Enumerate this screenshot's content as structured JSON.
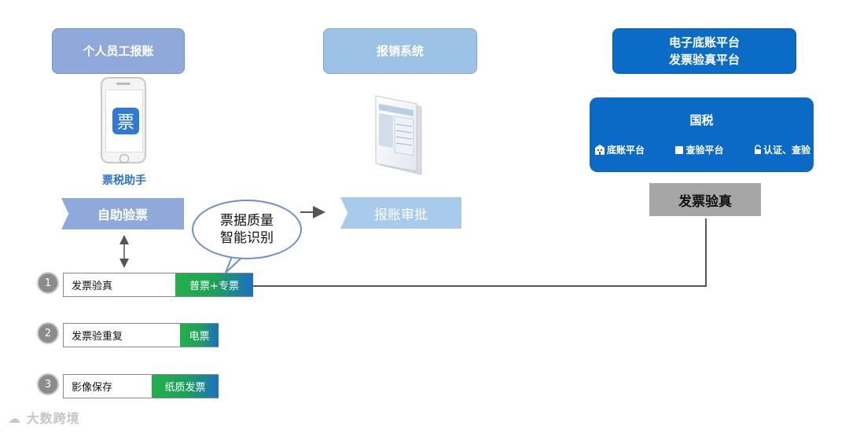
{
  "headers": {
    "personal": "个人员工报账",
    "system": "报销系统",
    "platform_line1": "电子底账平台",
    "platform_line2": "发票验真平台"
  },
  "guoshui": {
    "title": "国税",
    "items": [
      "底账平台",
      "查验平台",
      "认证、查验"
    ]
  },
  "verify_box": "发票验真",
  "phone": {
    "app_glyph": "票",
    "app_name": "票税助手"
  },
  "zizhu_banner": "自助验票",
  "baozhang_banner": "报账审批",
  "bubble": {
    "line1": "票据质量",
    "line2": "智能识别"
  },
  "steps": [
    {
      "num": "1",
      "label": "发票验真",
      "tag": "普票+专票"
    },
    {
      "num": "2",
      "label": "发票验重复",
      "tag": "电票"
    },
    {
      "num": "3",
      "label": "影像保存",
      "tag": "纸质发票"
    }
  ],
  "watermark": "大数跨境",
  "colors": {
    "blue_dark": "#0b6ac6",
    "blue_light": "#8fa9da",
    "green": "#22b04b",
    "gray": "#a6a6a6"
  }
}
